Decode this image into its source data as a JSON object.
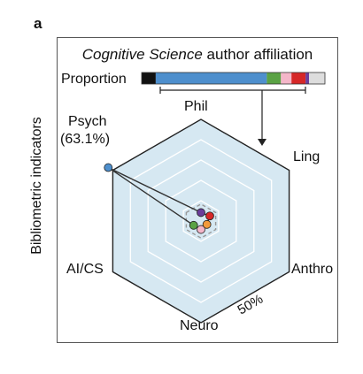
{
  "panel_label": "a",
  "y_axis_label": "Bibliometric indicators",
  "chart_data": {
    "type": "radar",
    "title_italic": "Cognitive Science",
    "title_rest": " author affiliation",
    "proportion_label": "Proportion",
    "axes": [
      "Psych",
      "Phil",
      "Ling",
      "Anthro",
      "Neuro",
      "AI/CS"
    ],
    "axis_colors": {
      "Psych": "#4e8fcd",
      "Phil": "#6a3d9a",
      "Ling": "#d62728",
      "Anthro": "#f29a3c",
      "Neuro": "#f4b6c9",
      "AI/CS": "#5aa244"
    },
    "proportion_bar": [
      {
        "label": "black",
        "value": 0.08,
        "color": "#111111"
      },
      {
        "label": "Psych",
        "value": 0.631,
        "color": "#4e8fcd"
      },
      {
        "label": "AI/CS",
        "value": 0.08,
        "color": "#5aa244"
      },
      {
        "label": "Neuro",
        "value": 0.06,
        "color": "#f4b6c9"
      },
      {
        "label": "Ling",
        "value": 0.08,
        "color": "#d62728"
      },
      {
        "label": "Phil",
        "value": 0.02,
        "color": "#6a3d9a"
      },
      {
        "label": "other",
        "value": 0.09,
        "color": "#dddddd"
      }
    ],
    "values_pct": {
      "Psych": 63.1,
      "Phil": 5,
      "Ling": 6,
      "Anthro": 4,
      "Neuro": 5,
      "AI/CS": 5
    },
    "psych_value_label": "(63.1%)",
    "reference_ring_label": "50%",
    "outer_max_pct": 60,
    "rings": 5,
    "dashed_ring_pct": 10,
    "fill_color": "#d6e8f2"
  }
}
